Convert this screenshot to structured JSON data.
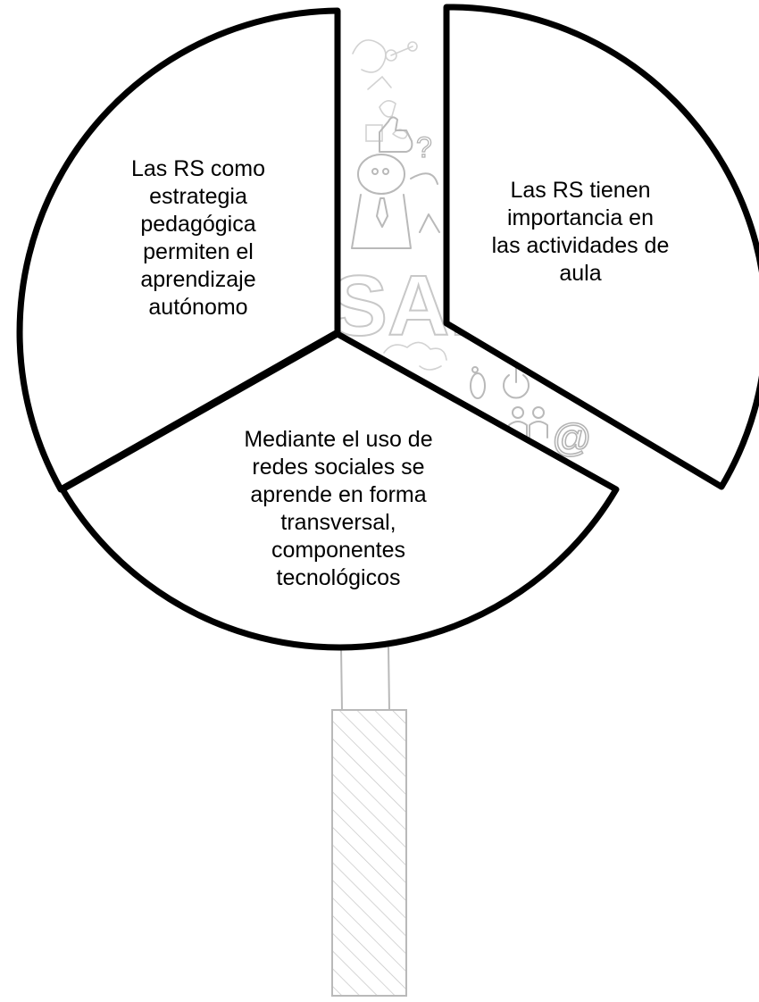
{
  "diagram": {
    "segments": [
      {
        "id": "left",
        "fill": "#ffffff",
        "lines": [
          "Las RS como",
          "estrategia",
          "pedagógica",
          "permiten el",
          "aprendizaje",
          "autónomo"
        ]
      },
      {
        "id": "right",
        "fill": "#ffffff",
        "lines": [
          "Las RS tienen",
          "importancia en",
          "las actividades de",
          "aula"
        ]
      },
      {
        "id": "bottom",
        "fill": "#ffffff",
        "lines": [
          "Mediante el uso de",
          "redes sociales se",
          "aprende en forma",
          "transversal,",
          "componentes",
          "tecnológicos"
        ]
      }
    ],
    "background_glyphs": {
      "question": "?",
      "at": "@",
      "partial_word": "SAI"
    },
    "colors": {
      "outline": "#000000",
      "sketch": "#b9b9b9"
    }
  }
}
